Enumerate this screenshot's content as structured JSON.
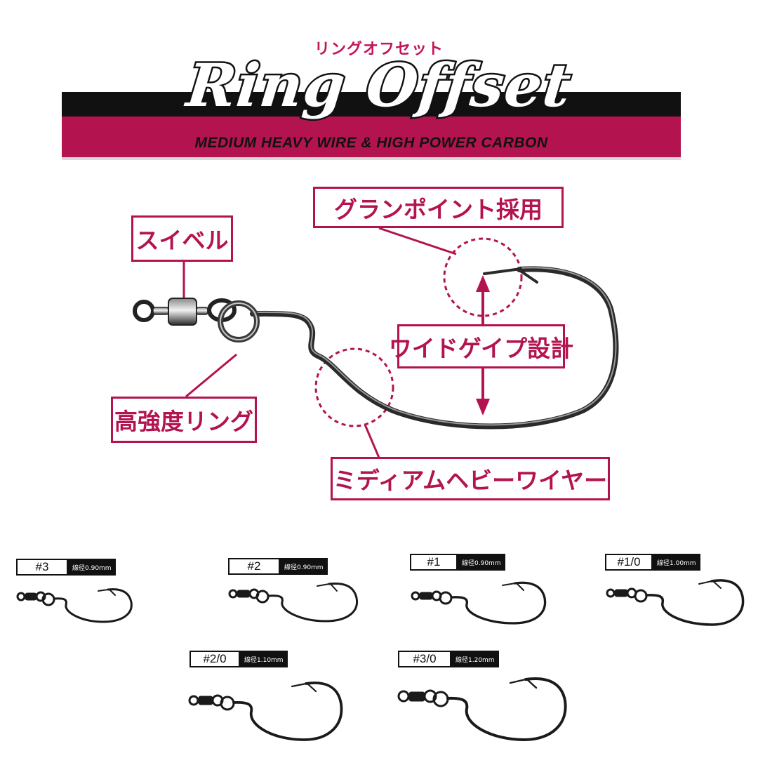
{
  "header": {
    "subtitle_jp": "リングオフセット",
    "logo": "Ring Offset",
    "tagline": "MEDIUM HEAVY WIRE & HIGH POWER CARBON"
  },
  "callouts": {
    "swivel": "スイベル",
    "grand_point": "グランポイント採用",
    "wide_gap": "ワイドゲイプ設計",
    "ring": "高強度リング",
    "medium_heavy_wire": "ミディアムヘビーワイヤー"
  },
  "sizes": [
    {
      "label": "#3",
      "wire": "線径0.90mm"
    },
    {
      "label": "#2",
      "wire": "線径0.90mm"
    },
    {
      "label": "#1",
      "wire": "線径0.90mm"
    },
    {
      "label": "#1/0",
      "wire": "線径1.00mm"
    },
    {
      "label": "#2/0",
      "wire": "線径1.10mm"
    },
    {
      "label": "#3/0",
      "wire": "線径1.20mm"
    }
  ],
  "colors": {
    "brand_magenta": "#b3134f",
    "band_black": "#111111",
    "callout_text": "#b3134f"
  }
}
